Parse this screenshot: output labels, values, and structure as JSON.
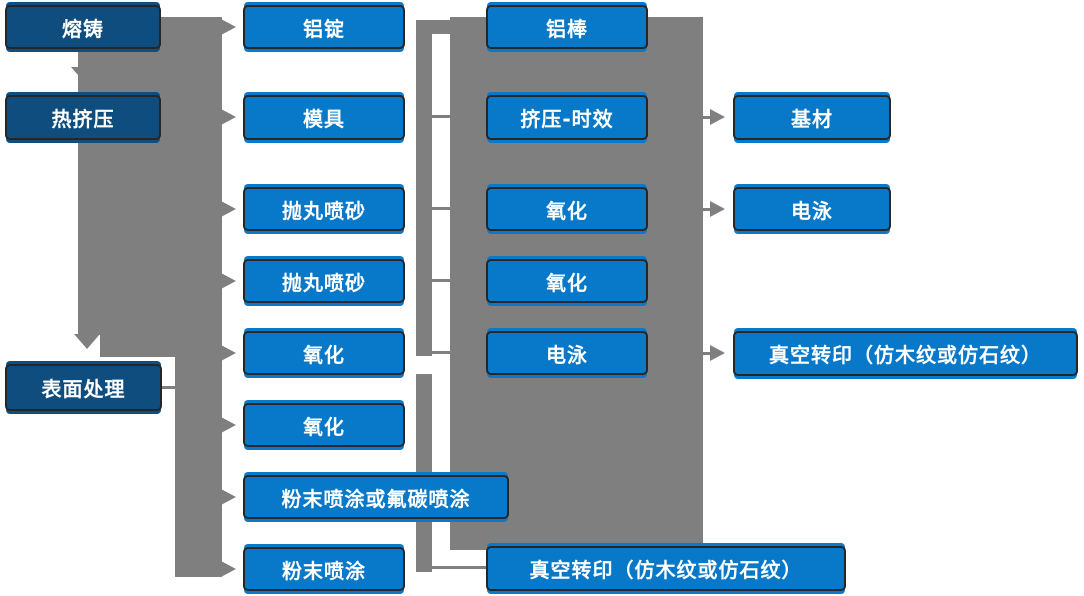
{
  "diagram": {
    "type": "process-flowchart",
    "language": "zh-CN",
    "colors": {
      "stage_node_fill": "#0e4d7e",
      "process_node_fill": "#0878c8",
      "node_border": "#262626",
      "node_text": "#ffffff",
      "connector_gray": "#7f7f7f",
      "background": "#ffffff"
    },
    "nodes": {
      "melt_casting": {
        "label": "熔铸"
      },
      "hot_extrusion": {
        "label": "热挤压"
      },
      "surface_treatment": {
        "label": "表面处理"
      },
      "aluminum_ingot": {
        "label": "铝锭"
      },
      "mold": {
        "label": "模具"
      },
      "shot_blasting_1": {
        "label": "抛丸喷砂"
      },
      "shot_blasting_2": {
        "label": "抛丸喷砂"
      },
      "oxidation_a": {
        "label": "氧化"
      },
      "oxidation_b": {
        "label": "氧化"
      },
      "powder_or_fluorocarbon": {
        "label": "粉末喷涂或氟碳喷涂"
      },
      "powder_coating": {
        "label": "粉末喷涂"
      },
      "aluminum_rod": {
        "label": "铝棒"
      },
      "extrusion_aging": {
        "label": "挤压-时效"
      },
      "oxidation_c": {
        "label": "氧化"
      },
      "oxidation_d": {
        "label": "氧化"
      },
      "electrophoresis_a": {
        "label": "电泳"
      },
      "vacuum_transfer_a": {
        "label": "真空转印（仿木纹或仿石纹）"
      },
      "base_material": {
        "label": "基材"
      },
      "electrophoresis_b": {
        "label": "电泳"
      },
      "vacuum_transfer_b": {
        "label": "真空转印（仿木纹或仿石纹）"
      }
    },
    "edges": [
      "熔铸 -> 热挤压",
      "热挤压 -> 表面处理",
      "左列 -> 铝锭/模具/抛丸喷砂/抛丸喷砂/氧化/氧化/粉末喷涂或氟碳喷涂/粉末喷涂",
      "挤压-时效 -> 基材",
      "氧化 -> 电泳",
      "电泳 -> 真空转印（仿木纹或仿石纹）",
      "粉末喷涂 -> 真空转印（仿木纹或仿石纹）"
    ]
  }
}
